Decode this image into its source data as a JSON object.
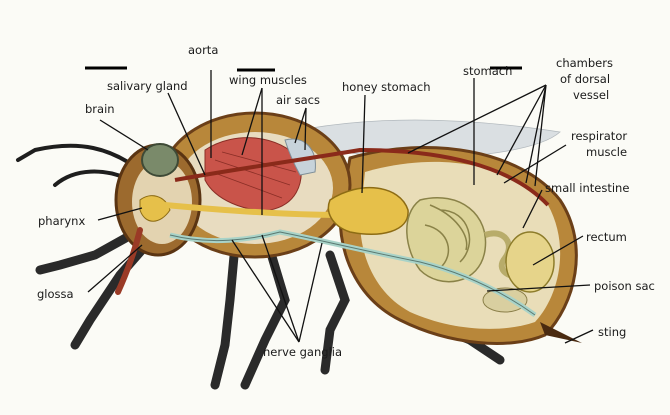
{
  "labels": {
    "aorta": "aorta",
    "salivary_gland": "salivary gland",
    "wing_muscles": "wing muscles",
    "air_sacs": "air sacs",
    "honey_stomach": "honey stomach",
    "stomach": "stomach",
    "chambers": "chambers",
    "of_dorsal": "of dorsal",
    "vessel": "vessel",
    "respirator": "respirator",
    "muscle": "muscle",
    "small_intestine": "small intestine",
    "rectum": "rectum",
    "poison_sac": "poison sac",
    "sting": "sting",
    "brain": "brain",
    "pharynx": "pharynx",
    "glossa": "glossa",
    "nerve_ganglia": "nerve ganglia"
  },
  "colors": {
    "fur": "#b8873a",
    "cuticle": "#7a4a1c",
    "muscle": "#c9544a",
    "honey_stomach": "#e6c04a",
    "intestine": "#dcd49a",
    "nerve_cord": "#a9d3c8",
    "dorsal_vessel": "#8a2a1a",
    "wing": "#cfd6dc",
    "eye": "#7a8a6a",
    "leg": "#2a2a2a"
  }
}
